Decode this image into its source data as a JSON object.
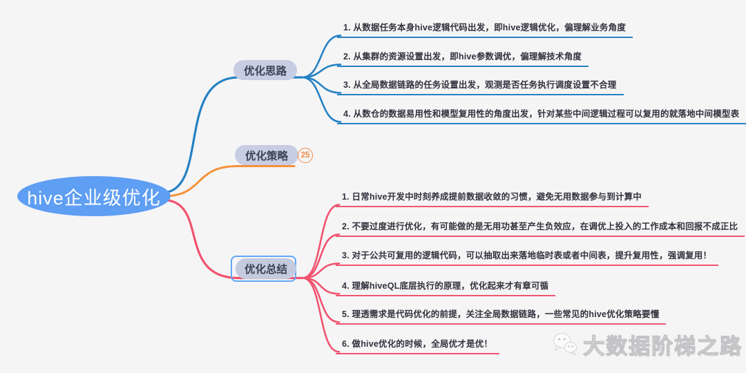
{
  "root": {
    "label": "hive企业级优化"
  },
  "branches": [
    {
      "label": "优化思路",
      "color": "#2581C3",
      "children": [
        "1. 从数据任务本身hive逻辑代码出发，即hive逻辑优化，偏理解业务角度",
        "2. 从集群的资源设置出发，即hive参数调优，偏理解技术角度",
        "3. 从全局数据链路的任务设置出发，观测是否任务执行调度设置不合理",
        "4. 从数仓的数据易用性和模型复用性的角度出发，针对某些中间逻辑过程可以复用的就落地中间模型表"
      ]
    },
    {
      "label": "优化策略",
      "color": "#F5913B",
      "badge": "25",
      "children": []
    },
    {
      "label": "优化总结",
      "color": "#F1536F",
      "selected": true,
      "children": [
        "1. 日常hive开发中时刻养成提前数据收敛的习惯，避免无用数据参与到计算中",
        "2. 不要过度进行优化，有可能做的是无用功甚至产生负效应，在调优上投入的工作成本和回报不成正比",
        "3. 对于公共可复用的逻辑代码，可以抽取出来落地临时表或者中间表，提升复用性，强调复用！",
        "4. 理解hiveQL底层执行的原理，优化起来才有章可循",
        "5. 理透需求是代码优化的前提，关注全局数据链路，一些常见的hive优化策略要懂",
        "6. 做hive优化的时候，全局优才是优！"
      ]
    }
  ],
  "watermark": {
    "icon": "wechat-icon",
    "label": "大数据阶梯之路"
  },
  "colors": {
    "root_fill": "#5E9EF3",
    "pill_bg": "#C7CDE2",
    "selected_pill_bg": "#C4CBDE",
    "selection_border": "#5FA8F5",
    "background": "#F5F5F6"
  }
}
